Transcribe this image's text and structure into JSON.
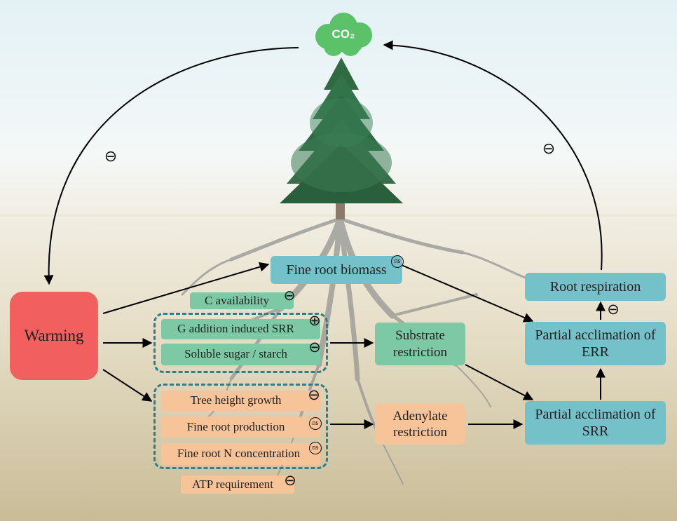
{
  "cloud": {
    "text": "CO₂",
    "color": "#5cc26a"
  },
  "warming": {
    "label": "Warming",
    "color": "#f25f5f"
  },
  "fine_root_biomass": {
    "label": "Fine root biomass",
    "symbol": "ns"
  },
  "c_availability": {
    "label": "C availability",
    "symbol": "⊖"
  },
  "g_addition": {
    "label": "G addition induced SRR",
    "symbol": "⊕"
  },
  "soluble_sugar": {
    "label": "Soluble sugar / starch",
    "symbol": "⊖"
  },
  "substrate_restriction": {
    "label": "Substrate restriction"
  },
  "tree_height": {
    "label": "Tree height growth",
    "symbol": "⊖"
  },
  "fine_root_production": {
    "label": "Fine root production",
    "symbol": "ns"
  },
  "fine_root_n": {
    "label": "Fine root N concentration",
    "symbol": "ns"
  },
  "atp_requirement": {
    "label": "ATP requirement",
    "symbol": "⊖"
  },
  "adenylate_restriction": {
    "label": "Adenylate restriction"
  },
  "root_respiration": {
    "label": "Root respiration"
  },
  "partial_err": {
    "label": "Partial acclimation of ERR"
  },
  "partial_srr": {
    "label": "Partial acclimation of SRR"
  },
  "left_loop_symbol": "⊖",
  "right_loop_symbol": "⊖",
  "err_to_rr_symbol": "⊖",
  "colors": {
    "teal": "#74c1c9",
    "green": "#7dc8a5",
    "orange": "#f7c49a",
    "dashed_group": "#2f7f86"
  }
}
